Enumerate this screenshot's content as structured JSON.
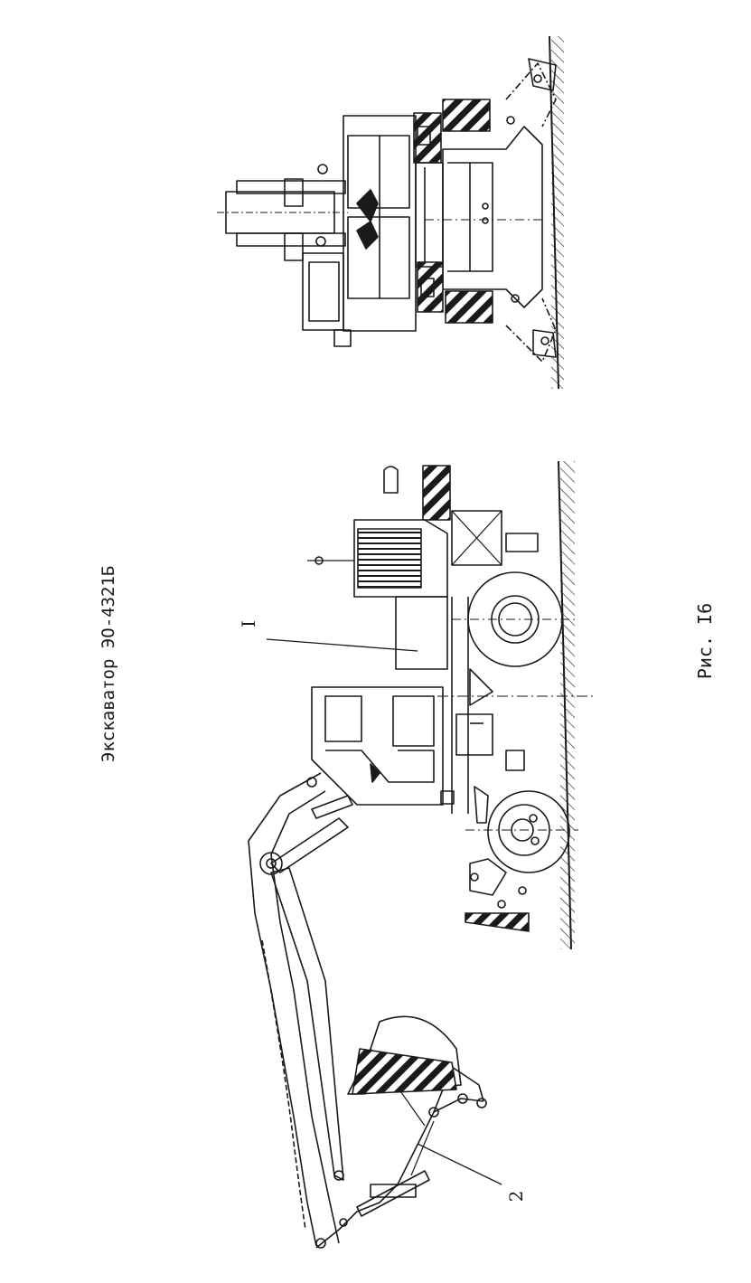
{
  "title": "Экскаватор ЭО-4321Б",
  "caption": "Рис. I6",
  "callouts": [
    {
      "label": "I"
    },
    {
      "label": "2"
    }
  ],
  "colors": {
    "ink": "#1a1a1a",
    "paper": "#ffffff"
  }
}
